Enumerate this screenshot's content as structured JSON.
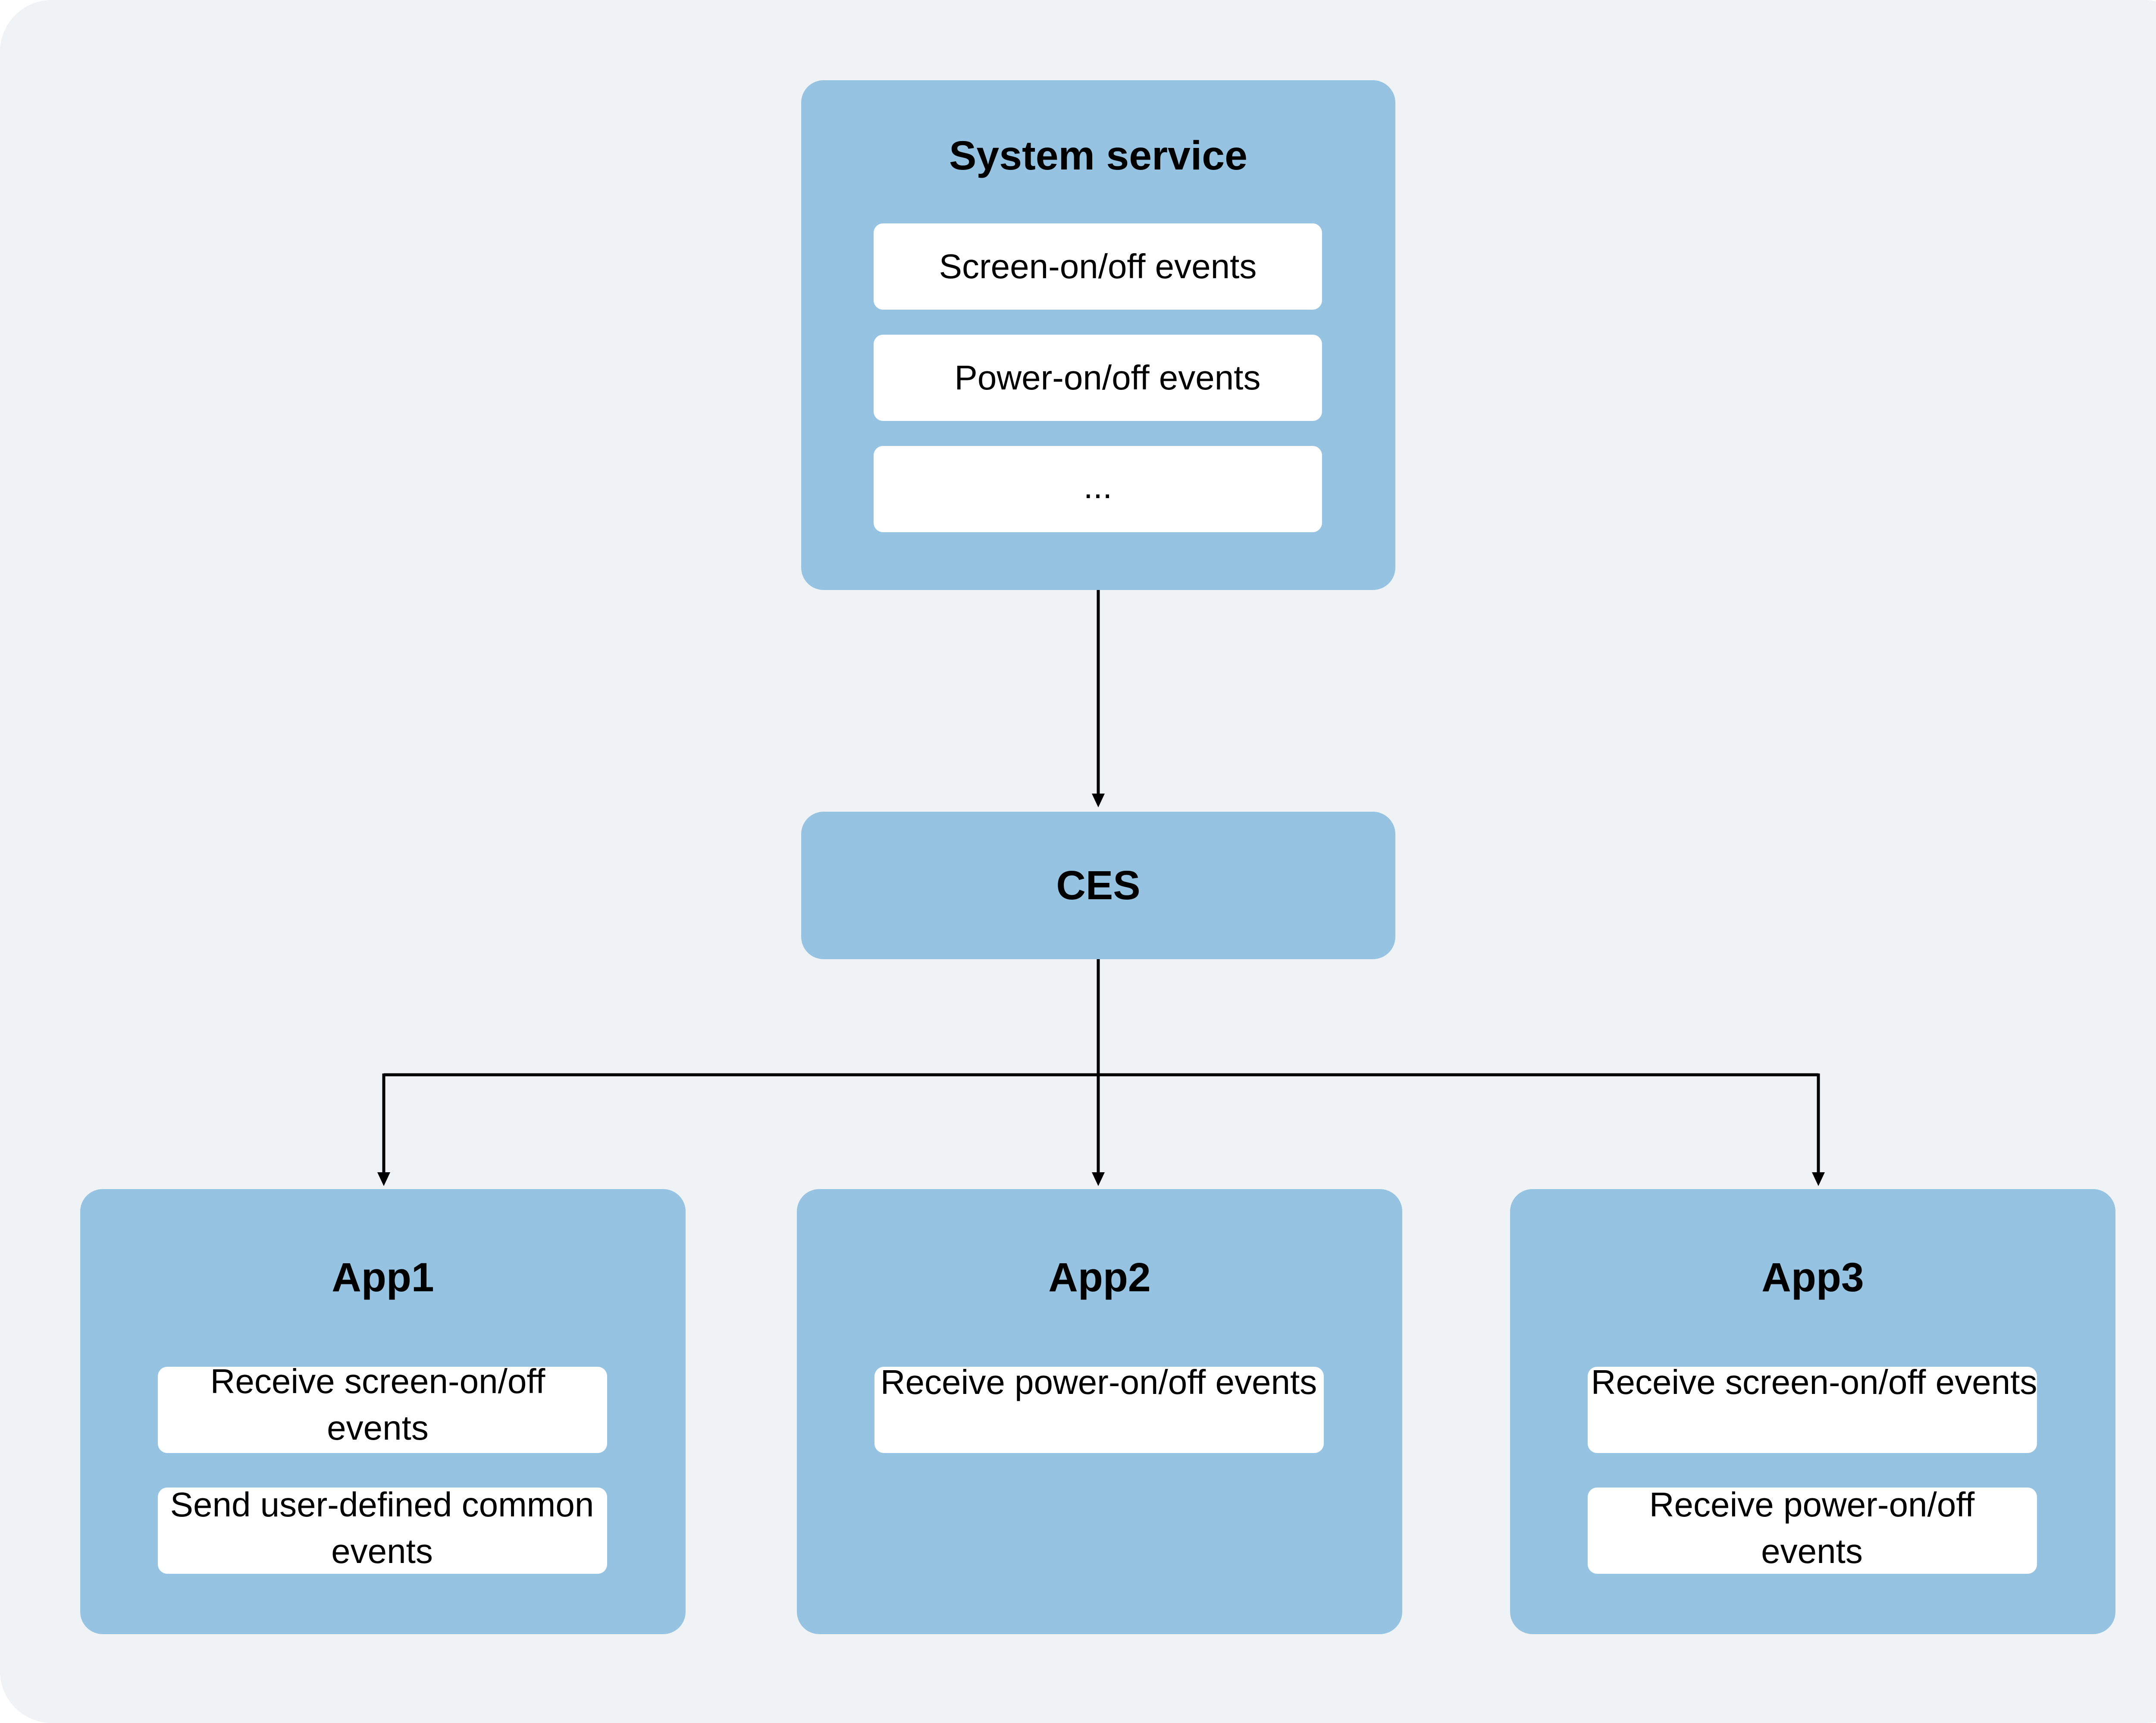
{
  "diagram": {
    "system_service": {
      "title": "System service",
      "items": [
        "Screen-on/off events",
        "Power-on/off events",
        "..."
      ]
    },
    "ces": {
      "title": "CES"
    },
    "apps": [
      {
        "title": "App1",
        "items": [
          "Receive screen-on/off events",
          "Send user-defined common events"
        ]
      },
      {
        "title": "App2",
        "items": [
          "Receive power-on/off events"
        ]
      },
      {
        "title": "App3",
        "items": [
          "Receive screen-on/off events",
          "Receive power-on/off events"
        ]
      }
    ]
  },
  "colors": {
    "background": "#eff3f6",
    "box_fill": "#96c3e1",
    "item_fill": "#ffffff",
    "connector": "#000000"
  }
}
